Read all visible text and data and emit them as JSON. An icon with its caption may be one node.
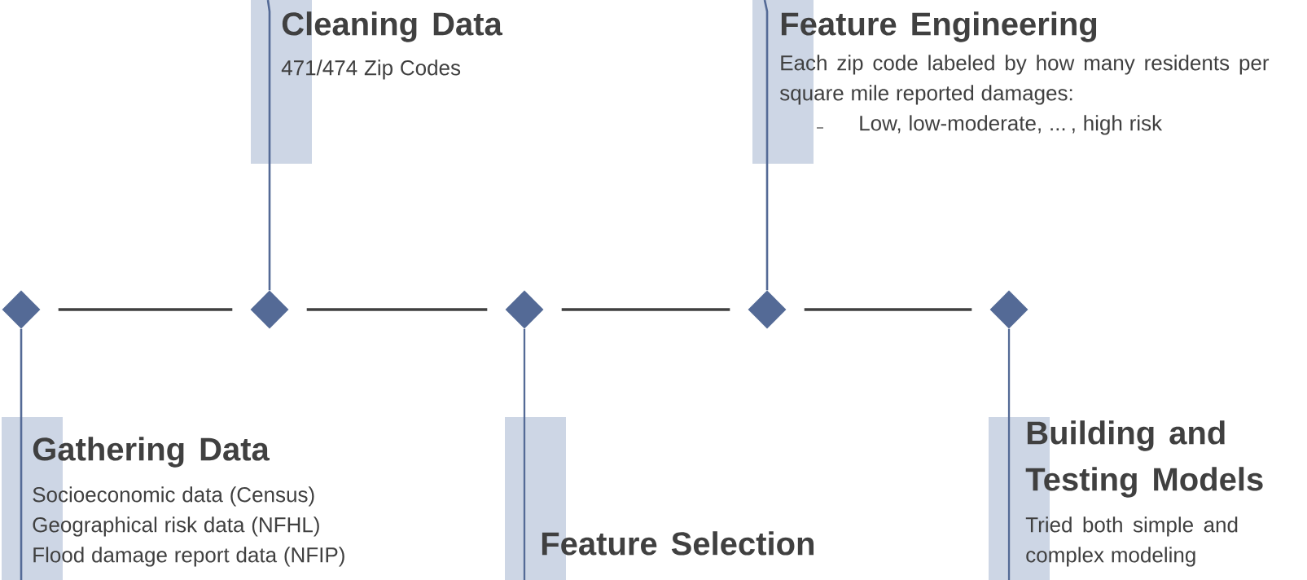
{
  "diagram": {
    "nodes": [
      {
        "text": [
          "Cleaning Data",
          "471/474 Zip Codes"
        ]
      },
      {
        "text": [
          "Feature Engineering",
          "Each zip code labeled by how many residents per square mile reported damages:",
          "Low, low-moderate, ... , high risk"
        ]
      },
      {
        "text": [],
        "shape": "diamond"
      },
      {
        "text": [],
        "shape": "diamond"
      },
      {
        "text": [],
        "shape": "diamond"
      },
      {
        "text": [],
        "shape": "diamond"
      },
      {
        "text": [],
        "shape": "diamond"
      },
      {
        "text": [
          "Gathering Data",
          "Socioeconomic data (Census)",
          "Geographical risk data (NFHL)",
          "Flood damage report data (NFIP)"
        ]
      },
      {
        "text": [
          "Feature Selection"
        ]
      },
      {
        "text": [
          "Building and Testing Models",
          "Tried both simple and complex modeling"
        ]
      }
    ],
    "edges": [
      {
        "from": 2,
        "to": 3,
        "arrow": "none",
        "color": "#404040"
      },
      {
        "from": 3,
        "to": 4,
        "arrow": "none",
        "color": "#404040"
      },
      {
        "from": 4,
        "to": 5,
        "arrow": "none",
        "color": "#404040"
      },
      {
        "from": 5,
        "to": 6,
        "arrow": "none",
        "color": "#404040"
      },
      {
        "from": 3,
        "to": 0,
        "arrow": "none"
      },
      {
        "from": 5,
        "to": 1,
        "arrow": "none"
      },
      {
        "from": 2,
        "to": 7,
        "arrow": "none"
      },
      {
        "from": 4,
        "to": 8,
        "arrow": "none"
      },
      {
        "from": 6,
        "to": 9,
        "arrow": "none"
      }
    ]
  }
}
